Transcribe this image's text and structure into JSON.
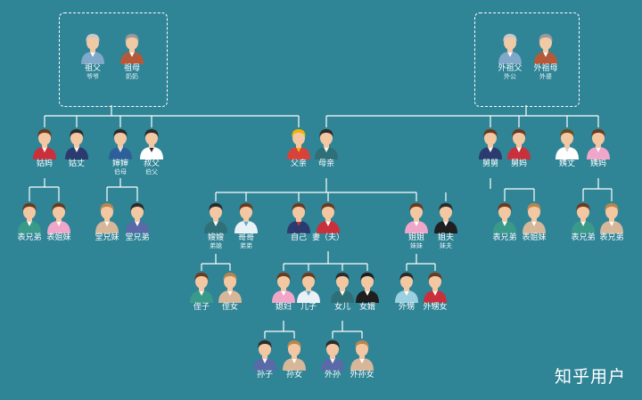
{
  "groups": {
    "paternal_grandparents": [
      {
        "id": "gf",
        "name": "祖父",
        "sub": "爷爷",
        "skin": "#f0c9a5",
        "hair": "#c9c9c9",
        "shirt": "#7fa8c9",
        "accent": "#ffffff"
      },
      {
        "id": "gm",
        "name": "祖母",
        "sub": "奶奶",
        "skin": "#f0c9a5",
        "hair": "#9a9a9a",
        "shirt": "#b45a3a",
        "accent": "#ffffff"
      }
    ],
    "maternal_grandparents": [
      {
        "id": "mgf",
        "name": "外祖父",
        "sub": "外公",
        "skin": "#f0c9a5",
        "hair": "#c9c9c9",
        "shirt": "#7fa8c9",
        "accent": "#ffffff"
      },
      {
        "id": "mgm",
        "name": "外祖母",
        "sub": "外婆",
        "skin": "#f0c9a5",
        "hair": "#9a9a9a",
        "shirt": "#b45a3a",
        "accent": "#ffffff"
      }
    ],
    "row2": [
      {
        "id": "gumu",
        "name": "姑妈",
        "sub": "",
        "skin": "#f3c7a2",
        "hair": "#6b3a1f",
        "shirt": "#c8313c",
        "accent": "#ffffff"
      },
      {
        "id": "guzhang",
        "name": "姑丈",
        "sub": "",
        "skin": "#f3c7a2",
        "hair": "#2c2c2c",
        "shirt": "#2b3b6e",
        "accent": "#ffffff"
      },
      {
        "id": "shenshen",
        "name": "婶婶",
        "sub": "伯母",
        "skin": "#f3c7a2",
        "hair": "#2c2c2c",
        "shirt": "#2f5f9a",
        "accent": "#cfe3f2"
      },
      {
        "id": "shufu",
        "name": "叔父",
        "sub": "伯父",
        "skin": "#f3c7a2",
        "hair": "#2c2c2c",
        "shirt": "#ffffff",
        "accent": "#2c2c2c"
      },
      {
        "id": "fuqin",
        "name": "父亲",
        "sub": "",
        "skin": "#f3c7a2",
        "hair": "#f2b400",
        "shirt": "#d9423a",
        "accent": "#f2b400"
      },
      {
        "id": "muqin",
        "name": "母亲",
        "sub": "",
        "skin": "#f3c7a2",
        "hair": "#2c2c2c",
        "shirt": "#2f6f78",
        "accent": "#ffffff"
      },
      {
        "id": "jiujiu",
        "name": "舅舅",
        "sub": "",
        "skin": "#f3c7a2",
        "hair": "#6b3a1f",
        "shirt": "#2b3b6e",
        "accent": "#ffffff"
      },
      {
        "id": "jiuma",
        "name": "舅妈",
        "sub": "",
        "skin": "#f3c7a2",
        "hair": "#6b3a1f",
        "shirt": "#c8313c",
        "accent": "#ffffff"
      },
      {
        "id": "yizhang",
        "name": "姨丈",
        "sub": "",
        "skin": "#f3c7a2",
        "hair": "#6b4a1f",
        "shirt": "#ffffff",
        "accent": "#d3d3d3"
      },
      {
        "id": "yima",
        "name": "姨妈",
        "sub": "",
        "skin": "#f3c7a2",
        "hair": "#6b3a1f",
        "shirt": "#f0a6c8",
        "accent": "#ffffff"
      }
    ],
    "row3": [
      {
        "id": "r3_1",
        "name": "表兄弟",
        "sub": "",
        "skin": "#f3c7a2",
        "hair": "#6b3a1f",
        "shirt": "#3a9a8a",
        "accent": "#ffffff"
      },
      {
        "id": "r3_2",
        "name": "表姐妹",
        "sub": "",
        "skin": "#f3c7a2",
        "hair": "#6b3a1f",
        "shirt": "#f0a6c8",
        "accent": "#ffffff"
      },
      {
        "id": "r3_3",
        "name": "堂兄妹",
        "sub": "",
        "skin": "#f3c7a2",
        "hair": "#b78650",
        "shirt": "#d7b79a",
        "accent": "#ffffff"
      },
      {
        "id": "r3_4",
        "name": "堂兄弟",
        "sub": "",
        "skin": "#f3c7a2",
        "hair": "#2c2c2c",
        "shirt": "#5a6aa8",
        "accent": "#ffffff"
      },
      {
        "id": "r3_5",
        "name": "嫂嫂",
        "sub": "弟媳",
        "skin": "#f3c7a2",
        "hair": "#2c2c2c",
        "shirt": "#2f6f78",
        "accent": "#ffffff"
      },
      {
        "id": "r3_6",
        "name": "哥哥",
        "sub": "弟弟",
        "skin": "#f3c7a2",
        "hair": "#6b3a1f",
        "shirt": "#e8f1f5",
        "accent": "#5aa7c9"
      },
      {
        "id": "r3_7",
        "name": "自己",
        "sub": "",
        "skin": "#f3c7a2",
        "hair": "#6b3a1f",
        "shirt": "#2b3b6e",
        "accent": "#c8313c"
      },
      {
        "id": "r3_8",
        "name": "妻（夫）",
        "sub": "",
        "skin": "#f3c7a2",
        "hair": "#6b3a1f",
        "shirt": "#c8313c",
        "accent": "#ffffff"
      },
      {
        "id": "r3_9",
        "name": "姐姐",
        "sub": "妹妹",
        "skin": "#f3c7a2",
        "hair": "#6b3a1f",
        "shirt": "#f0a6c8",
        "accent": "#ffffff"
      },
      {
        "id": "r3_10",
        "name": "姐夫",
        "sub": "妹夫",
        "skin": "#f3c7a2",
        "hair": "#2c2c2c",
        "shirt": "#1f1f1f",
        "accent": "#ffffff"
      },
      {
        "id": "r3_11",
        "name": "表兄弟",
        "sub": "",
        "skin": "#f3c7a2",
        "hair": "#6b3a1f",
        "shirt": "#3a9a8a",
        "accent": "#ffffff"
      },
      {
        "id": "r3_12",
        "name": "表姐妹",
        "sub": "",
        "skin": "#f3c7a2",
        "hair": "#b78650",
        "shirt": "#d7b79a",
        "accent": "#ffffff"
      },
      {
        "id": "r3_13",
        "name": "表兄弟",
        "sub": "",
        "skin": "#f3c7a2",
        "hair": "#6b3a1f",
        "shirt": "#3a9a8a",
        "accent": "#ffffff"
      },
      {
        "id": "r3_14",
        "name": "表兄弟",
        "sub": "",
        "skin": "#f3c7a2",
        "hair": "#b78650",
        "shirt": "#d7b79a",
        "accent": "#ffffff"
      }
    ],
    "row4": [
      {
        "id": "r4_1",
        "name": "侄子",
        "sub": "",
        "skin": "#f3c7a2",
        "hair": "#6b3a1f",
        "shirt": "#3a9a8a",
        "accent": "#ffffff"
      },
      {
        "id": "r4_2",
        "name": "侄女",
        "sub": "",
        "skin": "#f3c7a2",
        "hair": "#b78650",
        "shirt": "#d7b79a",
        "accent": "#ffffff"
      },
      {
        "id": "r4_3",
        "name": "媳妇",
        "sub": "",
        "skin": "#f3c7a2",
        "hair": "#6b3a1f",
        "shirt": "#f0a6c8",
        "accent": "#ffffff"
      },
      {
        "id": "r4_4",
        "name": "儿子",
        "sub": "",
        "skin": "#f3c7a2",
        "hair": "#6b3a1f",
        "shirt": "#e8f1f5",
        "accent": "#5aa7c9"
      },
      {
        "id": "r4_5",
        "name": "女儿",
        "sub": "",
        "skin": "#f3c7a2",
        "hair": "#2c2c2c",
        "shirt": "#2f6f78",
        "accent": "#ffffff"
      },
      {
        "id": "r4_6",
        "name": "女婿",
        "sub": "",
        "skin": "#f3c7a2",
        "hair": "#1f1f1f",
        "shirt": "#1f1f1f",
        "accent": "#ffffff"
      },
      {
        "id": "r4_7",
        "name": "外甥",
        "sub": "",
        "skin": "#f3c7a2",
        "hair": "#2c2c2c",
        "shirt": "#9ad0e0",
        "accent": "#ffffff"
      },
      {
        "id": "r4_8",
        "name": "外甥女",
        "sub": "",
        "skin": "#f3c7a2",
        "hair": "#6b3a1f",
        "shirt": "#c8313c",
        "accent": "#ffffff"
      }
    ],
    "row5": [
      {
        "id": "r5_1",
        "name": "孙子",
        "sub": "",
        "skin": "#f3c7a2",
        "hair": "#2c2c2c",
        "shirt": "#5a6aa8",
        "accent": "#ffffff"
      },
      {
        "id": "r5_2",
        "name": "孙女",
        "sub": "",
        "skin": "#f3c7a2",
        "hair": "#b78650",
        "shirt": "#d7b79a",
        "accent": "#ffffff"
      },
      {
        "id": "r5_3",
        "name": "外孙",
        "sub": "",
        "skin": "#f3c7a2",
        "hair": "#2c2c2c",
        "shirt": "#5a6aa8",
        "accent": "#ffffff"
      },
      {
        "id": "r5_4",
        "name": "外孙女",
        "sub": "",
        "skin": "#f3c7a2",
        "hair": "#b78650",
        "shirt": "#d7b79a",
        "accent": "#ffffff"
      }
    ]
  },
  "watermark": "知乎用户",
  "colors": {
    "background": "#2f8496",
    "line": "#ffffff"
  }
}
